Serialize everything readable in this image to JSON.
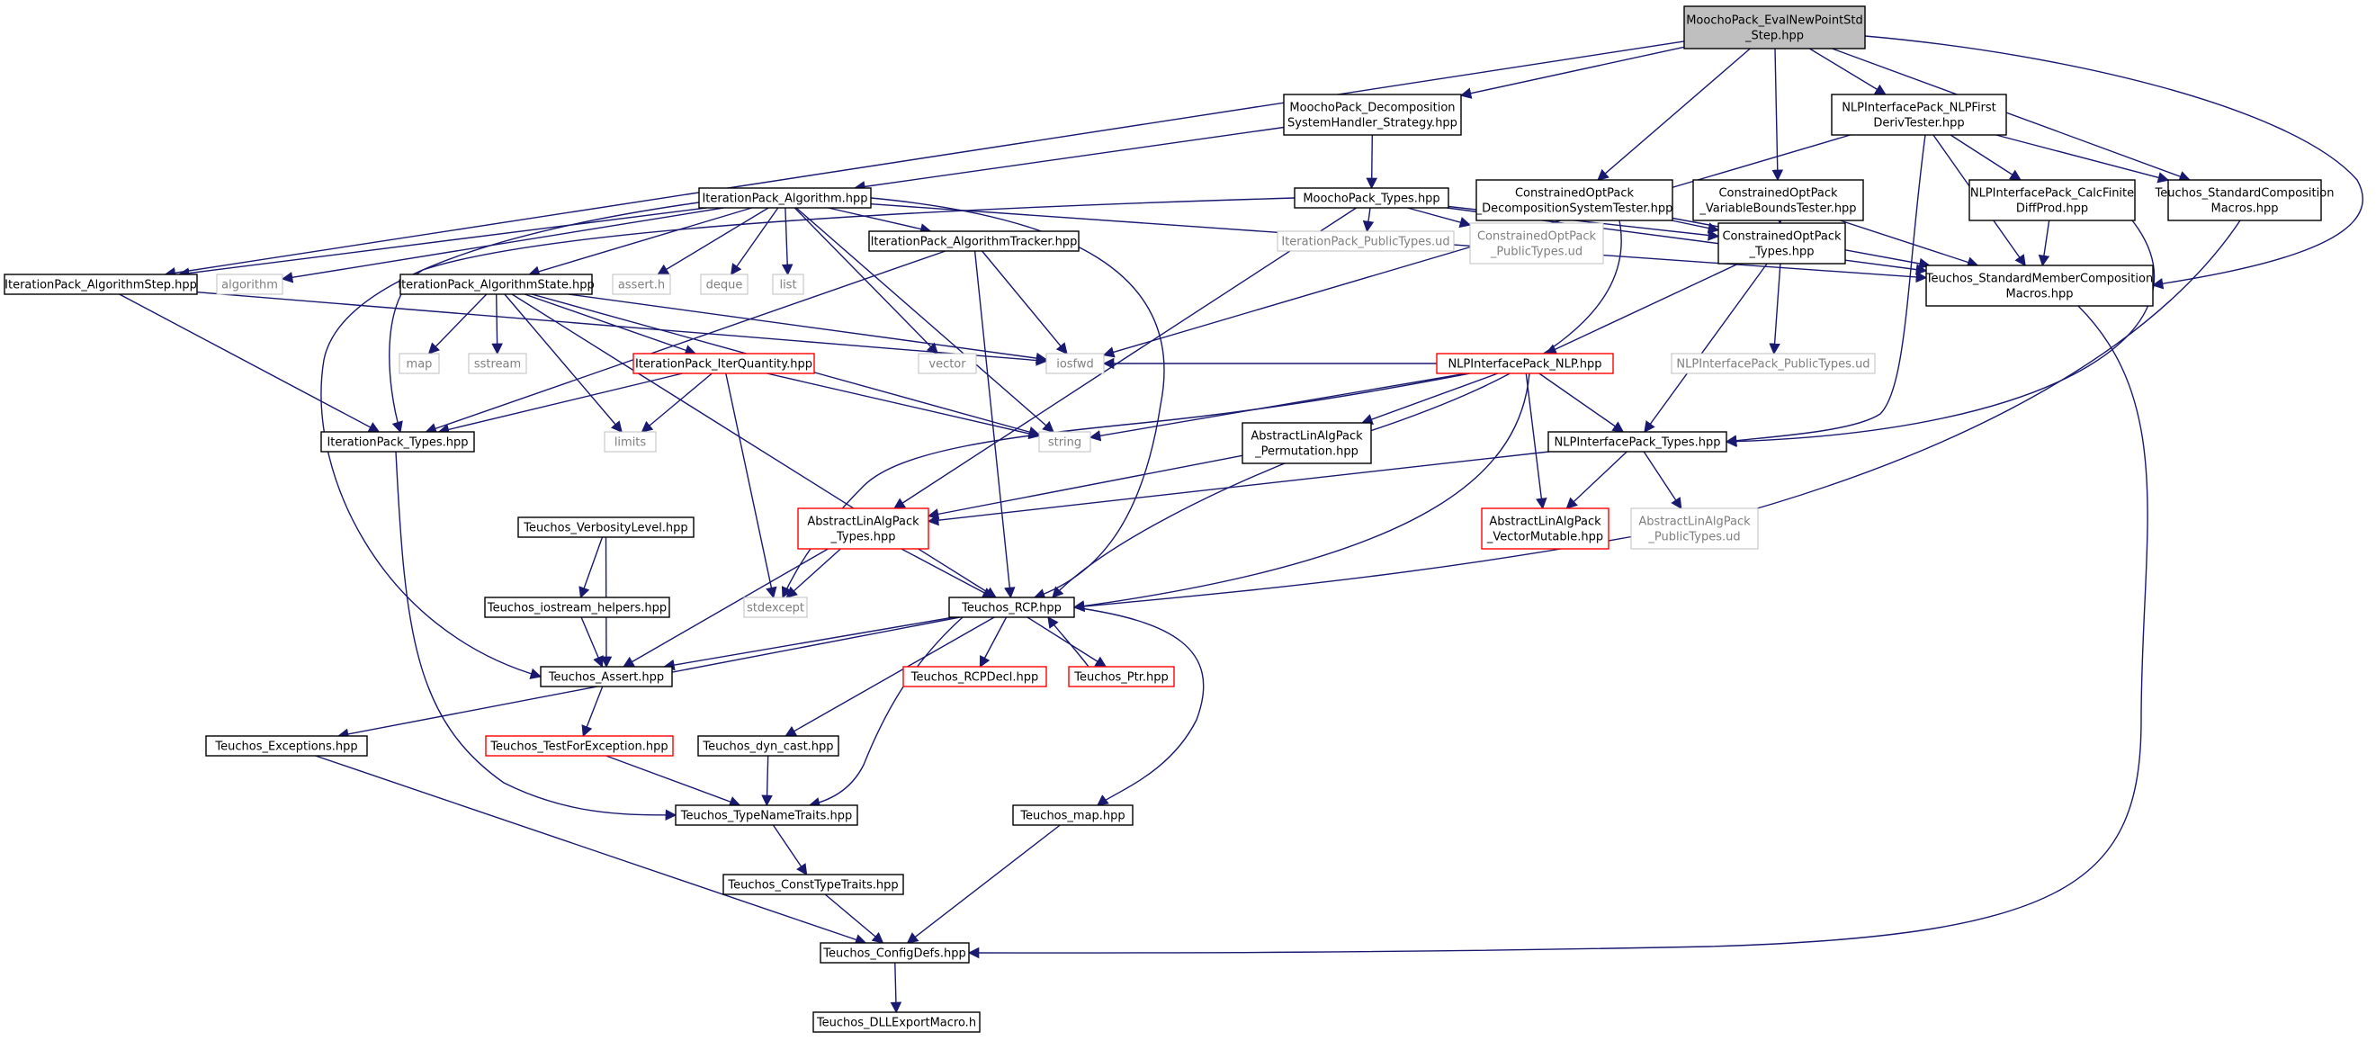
{
  "colors": {
    "edge": "#191970",
    "box_black": "#000000",
    "box_red": "#ff0000",
    "box_gray": "#bfbfbf",
    "root_fill": "#bfbfbf",
    "text_gray": "#7f7f7f"
  },
  "nodes": {
    "root": {
      "lines": [
        "MoochoPack_EvalNewPointStd",
        "_Step.hpp"
      ],
      "style": "root"
    },
    "decomp": {
      "lines": [
        "MoochoPack_Decomposition",
        "SystemHandler_Strategy.hpp"
      ],
      "style": "black"
    },
    "nlpfirst": {
      "lines": [
        "NLPInterfacePack_NLPFirst",
        "DerivTester.hpp"
      ],
      "style": "black"
    },
    "copt_dst": {
      "lines": [
        "ConstrainedOptPack",
        "_DecompositionSystemTester.hpp"
      ],
      "style": "black"
    },
    "copt_vbt": {
      "lines": [
        "ConstrainedOptPack",
        "_VariableBoundsTester.hpp"
      ],
      "style": "black"
    },
    "calcfinite": {
      "lines": [
        "NLPInterfacePack_CalcFinite",
        "DiffProd.hpp"
      ],
      "style": "black"
    },
    "stdcomp": {
      "lines": [
        "Teuchos_StandardComposition",
        "Macros.hpp"
      ],
      "style": "black"
    },
    "itpack_algo": {
      "lines": [
        "IterationPack_Algorithm.hpp"
      ],
      "style": "black"
    },
    "moocho_types": {
      "lines": [
        "MoochoPack_Types.hpp"
      ],
      "style": "black"
    },
    "stdmember": {
      "lines": [
        "Teuchos_StandardMemberComposition",
        "Macros.hpp"
      ],
      "style": "black"
    },
    "copt_types": {
      "lines": [
        "ConstrainedOptPack",
        "_Types.hpp"
      ],
      "style": "black"
    },
    "itpack_step": {
      "lines": [
        "IterationPack_AlgorithmStep.hpp"
      ],
      "style": "black"
    },
    "algorithm": {
      "lines": [
        "algorithm"
      ],
      "style": "gray"
    },
    "itpack_state": {
      "lines": [
        "IterationPack_AlgorithmState.hpp"
      ],
      "style": "black"
    },
    "asserth": {
      "lines": [
        "assert.h"
      ],
      "style": "gray"
    },
    "deque": {
      "lines": [
        "deque"
      ],
      "style": "gray"
    },
    "list": {
      "lines": [
        "list"
      ],
      "style": "gray"
    },
    "itpack_tracker": {
      "lines": [
        "IterationPack_AlgorithmTracker.hpp"
      ],
      "style": "black"
    },
    "itpack_pub_ud": {
      "lines": [
        "IterationPack_PublicTypes.ud"
      ],
      "style": "gray"
    },
    "copt_pub_ud": {
      "lines": [
        "ConstrainedOptPack",
        "_PublicTypes.ud"
      ],
      "style": "gray"
    },
    "map": {
      "lines": [
        "map"
      ],
      "style": "gray"
    },
    "sstream": {
      "lines": [
        "sstream"
      ],
      "style": "gray"
    },
    "itpack_iterq": {
      "lines": [
        "IterationPack_IterQuantity.hpp"
      ],
      "style": "red"
    },
    "vector": {
      "lines": [
        "vector"
      ],
      "style": "gray"
    },
    "iosfwd": {
      "lines": [
        "iosfwd"
      ],
      "style": "gray"
    },
    "nlp_nlp": {
      "lines": [
        "NLPInterfacePack_NLP.hpp"
      ],
      "style": "red"
    },
    "nlp_pub_ud": {
      "lines": [
        "NLPInterfacePack_PublicTypes.ud"
      ],
      "style": "gray"
    },
    "itpack_types": {
      "lines": [
        "IterationPack_Types.hpp"
      ],
      "style": "black"
    },
    "limits": {
      "lines": [
        "limits"
      ],
      "style": "gray"
    },
    "string": {
      "lines": [
        "string"
      ],
      "style": "gray"
    },
    "abs_perm": {
      "lines": [
        "AbstractLinAlgPack",
        "_Permutation.hpp"
      ],
      "style": "black"
    },
    "nlp_types": {
      "lines": [
        "NLPInterfacePack_Types.hpp"
      ],
      "style": "black"
    },
    "verbosity": {
      "lines": [
        "Teuchos_VerbosityLevel.hpp"
      ],
      "style": "black"
    },
    "abs_types": {
      "lines": [
        "AbstractLinAlgPack",
        "_Types.hpp"
      ],
      "style": "red"
    },
    "abs_vecmut": {
      "lines": [
        "AbstractLinAlgPack",
        "_VectorMutable.hpp"
      ],
      "style": "red"
    },
    "abs_pub_ud": {
      "lines": [
        "AbstractLinAlgPack",
        "_PublicTypes.ud"
      ],
      "style": "gray"
    },
    "iostream_help": {
      "lines": [
        "Teuchos_iostream_helpers.hpp"
      ],
      "style": "black"
    },
    "stdexcept": {
      "lines": [
        "stdexcept"
      ],
      "style": "gray"
    },
    "rcp": {
      "lines": [
        "Teuchos_RCP.hpp"
      ],
      "style": "black"
    },
    "assert": {
      "lines": [
        "Teuchos_Assert.hpp"
      ],
      "style": "black"
    },
    "rcpdecl": {
      "lines": [
        "Teuchos_RCPDecl.hpp"
      ],
      "style": "red"
    },
    "ptr": {
      "lines": [
        "Teuchos_Ptr.hpp"
      ],
      "style": "red"
    },
    "exceptions": {
      "lines": [
        "Teuchos_Exceptions.hpp"
      ],
      "style": "black"
    },
    "testforexc": {
      "lines": [
        "Teuchos_TestForException.hpp"
      ],
      "style": "red"
    },
    "dyncast": {
      "lines": [
        "Teuchos_dyn_cast.hpp"
      ],
      "style": "black"
    },
    "typename": {
      "lines": [
        "Teuchos_TypeNameTraits.hpp"
      ],
      "style": "black"
    },
    "map_hpp": {
      "lines": [
        "Teuchos_map.hpp"
      ],
      "style": "black"
    },
    "consttype": {
      "lines": [
        "Teuchos_ConstTypeTraits.hpp"
      ],
      "style": "black"
    },
    "configdefs": {
      "lines": [
        "Teuchos_ConfigDefs.hpp"
      ],
      "style": "black"
    },
    "dllexport": {
      "lines": [
        "Teuchos_DLLExportMacro.h"
      ],
      "style": "black"
    }
  },
  "edges": [
    [
      "root",
      "itpack_step"
    ],
    [
      "root",
      "decomp"
    ],
    [
      "root",
      "copt_dst"
    ],
    [
      "root",
      "copt_vbt"
    ],
    [
      "root",
      "nlpfirst"
    ],
    [
      "root",
      "stdcomp"
    ],
    [
      "root",
      "stdmember"
    ],
    [
      "decomp",
      "itpack_algo"
    ],
    [
      "decomp",
      "moocho_types"
    ],
    [
      "nlpfirst",
      "iosfwd"
    ],
    [
      "nlpfirst",
      "calcfinite"
    ],
    [
      "nlpfirst",
      "stdcomp"
    ],
    [
      "nlpfirst",
      "stdmember"
    ],
    [
      "nlpfirst",
      "nlp_types"
    ],
    [
      "copt_dst",
      "copt_types"
    ],
    [
      "copt_dst",
      "stdmember"
    ],
    [
      "copt_dst",
      "rcp"
    ],
    [
      "copt_vbt",
      "copt_types"
    ],
    [
      "copt_vbt",
      "stdmember"
    ],
    [
      "calcfinite",
      "stdmember"
    ],
    [
      "calcfinite",
      "nlp_types"
    ],
    [
      "stdcomp",
      "rcp"
    ],
    [
      "itpack_algo",
      "itpack_step"
    ],
    [
      "itpack_algo",
      "algorithm"
    ],
    [
      "itpack_algo",
      "itpack_state"
    ],
    [
      "itpack_algo",
      "asserth"
    ],
    [
      "itpack_algo",
      "deque"
    ],
    [
      "itpack_algo",
      "list"
    ],
    [
      "itpack_algo",
      "itpack_tracker"
    ],
    [
      "itpack_algo",
      "vector"
    ],
    [
      "itpack_algo",
      "string"
    ],
    [
      "itpack_algo",
      "rcp"
    ],
    [
      "itpack_algo",
      "assert"
    ],
    [
      "itpack_algo",
      "stdmember"
    ],
    [
      "moocho_types",
      "itpack_pub_ud"
    ],
    [
      "moocho_types",
      "copt_pub_ud"
    ],
    [
      "moocho_types",
      "copt_types"
    ],
    [
      "moocho_types",
      "stdmember"
    ],
    [
      "moocho_types",
      "itpack_types"
    ],
    [
      "moocho_types",
      "abs_types"
    ],
    [
      "stdmember",
      "configdefs"
    ],
    [
      "copt_types",
      "nlp_nlp"
    ],
    [
      "copt_types",
      "nlp_pub_ud"
    ],
    [
      "copt_types",
      "nlp_types"
    ],
    [
      "itpack_step",
      "itpack_types"
    ],
    [
      "itpack_step",
      "iosfwd"
    ],
    [
      "itpack_state",
      "map"
    ],
    [
      "itpack_state",
      "sstream"
    ],
    [
      "itpack_state",
      "itpack_iterq"
    ],
    [
      "itpack_state",
      "limits"
    ],
    [
      "itpack_state",
      "iosfwd"
    ],
    [
      "itpack_state",
      "string"
    ],
    [
      "itpack_state",
      "rcp"
    ],
    [
      "itpack_tracker",
      "iosfwd"
    ],
    [
      "itpack_tracker",
      "itpack_types"
    ],
    [
      "itpack_tracker",
      "rcp"
    ],
    [
      "itpack_iterq",
      "itpack_types"
    ],
    [
      "itpack_iterq",
      "limits"
    ],
    [
      "itpack_iterq",
      "string"
    ],
    [
      "itpack_iterq",
      "stdexcept"
    ],
    [
      "nlp_nlp",
      "iosfwd"
    ],
    [
      "nlp_nlp",
      "string"
    ],
    [
      "nlp_nlp",
      "abs_perm"
    ],
    [
      "nlp_nlp",
      "nlp_types"
    ],
    [
      "nlp_nlp",
      "abs_vecmut"
    ],
    [
      "nlp_nlp",
      "rcp"
    ],
    [
      "nlp_nlp",
      "stdexcept"
    ],
    [
      "itpack_types",
      "typename"
    ],
    [
      "abs_perm",
      "abs_types"
    ],
    [
      "nlp_types",
      "abs_types"
    ],
    [
      "nlp_types",
      "abs_vecmut"
    ],
    [
      "nlp_types",
      "abs_pub_ud"
    ],
    [
      "verbosity",
      "iostream_help"
    ],
    [
      "verbosity",
      "assert"
    ],
    [
      "abs_types",
      "stdexcept"
    ],
    [
      "abs_types",
      "rcp"
    ],
    [
      "abs_types",
      "assert"
    ],
    [
      "iostream_help",
      "assert"
    ],
    [
      "rcp",
      "assert"
    ],
    [
      "rcp",
      "rcpdecl"
    ],
    [
      "rcp",
      "ptr"
    ],
    [
      "rcp",
      "exceptions"
    ],
    [
      "rcp",
      "dyncast"
    ],
    [
      "rcp",
      "typename"
    ],
    [
      "rcp",
      "map_hpp"
    ],
    [
      "ptr",
      "rcp"
    ],
    [
      "assert",
      "testforexc"
    ],
    [
      "exceptions",
      "configdefs"
    ],
    [
      "testforexc",
      "typename"
    ],
    [
      "dyncast",
      "typename"
    ],
    [
      "typename",
      "consttype"
    ],
    [
      "map_hpp",
      "configdefs"
    ],
    [
      "consttype",
      "configdefs"
    ],
    [
      "configdefs",
      "dllexport"
    ]
  ]
}
